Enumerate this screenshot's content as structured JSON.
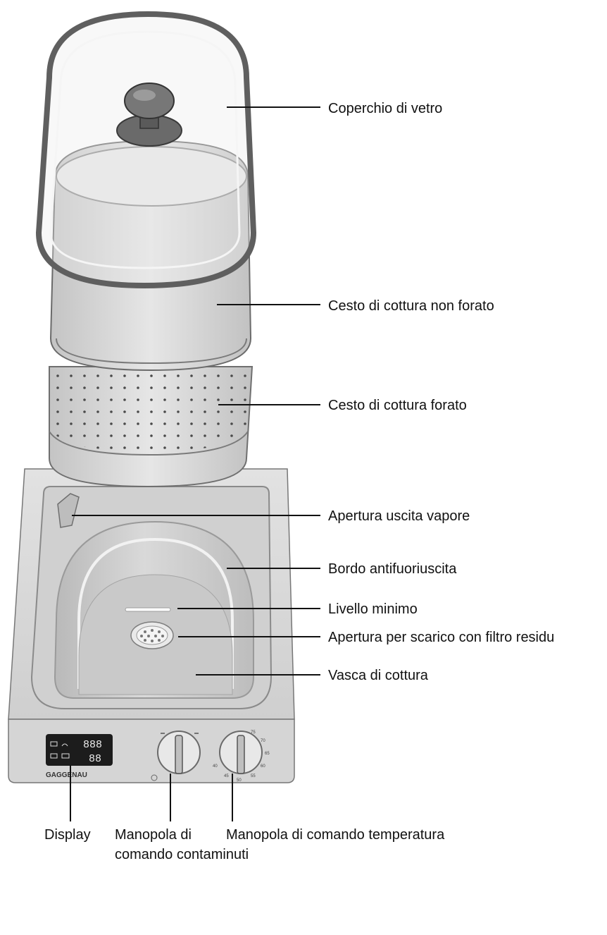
{
  "labels": {
    "coperchio": "Coperchio di vetro",
    "cesto_non_forato": "Cesto di cottura non forato",
    "cesto_forato": "Cesto di cottura forato",
    "apertura_vapore": "Apertura uscita vapore",
    "bordo": "Bordo antifuoriuscita",
    "livello": "Livello minimo",
    "scarico": "Apertura per scarico con filtro residu",
    "vasca": "Vasca di cottura",
    "display": "Display",
    "manopola_timer_1": "Manopola di",
    "manopola_timer_2": "comando contaminuti",
    "manopola_temp": "Manopola di comando temperatura"
  },
  "display_readout": {
    "top": "888",
    "bottom": "88"
  },
  "brand": "GAGGENAU",
  "dial_marks": [
    "40",
    "45",
    "50",
    "55",
    "60",
    "65",
    "70",
    "75"
  ]
}
